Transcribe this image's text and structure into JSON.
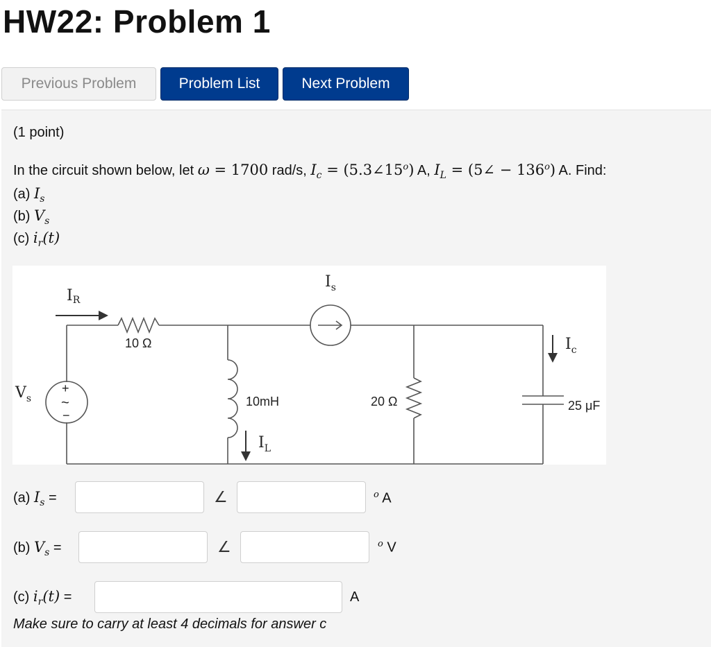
{
  "header": {
    "title": "HW22: Problem 1"
  },
  "nav": {
    "previous_label": "Previous Problem",
    "list_label": "Problem List",
    "next_label": "Next Problem"
  },
  "problem": {
    "points": "(1 point)",
    "intro_prefix": "In the circuit shown below, let ",
    "omega_sym": "ω",
    "eq": " = ",
    "omega_val": "1700",
    "omega_unit": " rad/s, ",
    "ic_sym": "I",
    "ic_sub": "c",
    "ic_val": "(5.3∠15",
    "ic_sup": "o",
    "ic_close": ")",
    "ic_unit": " A, ",
    "il_sym": "I",
    "il_sub": "L",
    "il_val": "(5∠ − 136",
    "il_sup": "o",
    "il_close": ")",
    "il_unit": " A. Find:",
    "part_a_label": "(a) ",
    "part_a_sym": "I",
    "part_a_sub": "s",
    "part_b_label": "(b) ",
    "part_b_sym": "V",
    "part_b_sub": "s",
    "part_c_label": "(c) ",
    "part_c_sym": "i",
    "part_c_sub": "r",
    "part_c_arg": "(t)"
  },
  "circuit": {
    "label_ir_main": "I",
    "label_ir_sub": "R",
    "label_is_main": "I",
    "label_is_sub": "s",
    "label_vs_main": "V",
    "label_vs_sub": "s",
    "label_ic_main": "I",
    "label_ic_sub": "c",
    "label_il_main": "I",
    "label_il_sub": "L",
    "resistor1": "10 Ω",
    "inductor": "10mH",
    "resistor2": "20 Ω",
    "capacitor": "25 μF",
    "source_plus": "+",
    "source_tilde": "~",
    "source_minus": "−"
  },
  "answers": {
    "a_label": "(a) ",
    "a_eq": " =",
    "b_label": "(b) ",
    "b_eq": " =",
    "c_label": "(c) ",
    "c_eq": " =",
    "angle": "∠",
    "deg": "o",
    "unit_a": " A",
    "unit_v": " V",
    "unit_c": "A",
    "a_mag": "",
    "a_ang": "",
    "b_mag": "",
    "b_ang": "",
    "c_val": "",
    "note": "Make sure to carry at least 4 decimals for answer c"
  }
}
